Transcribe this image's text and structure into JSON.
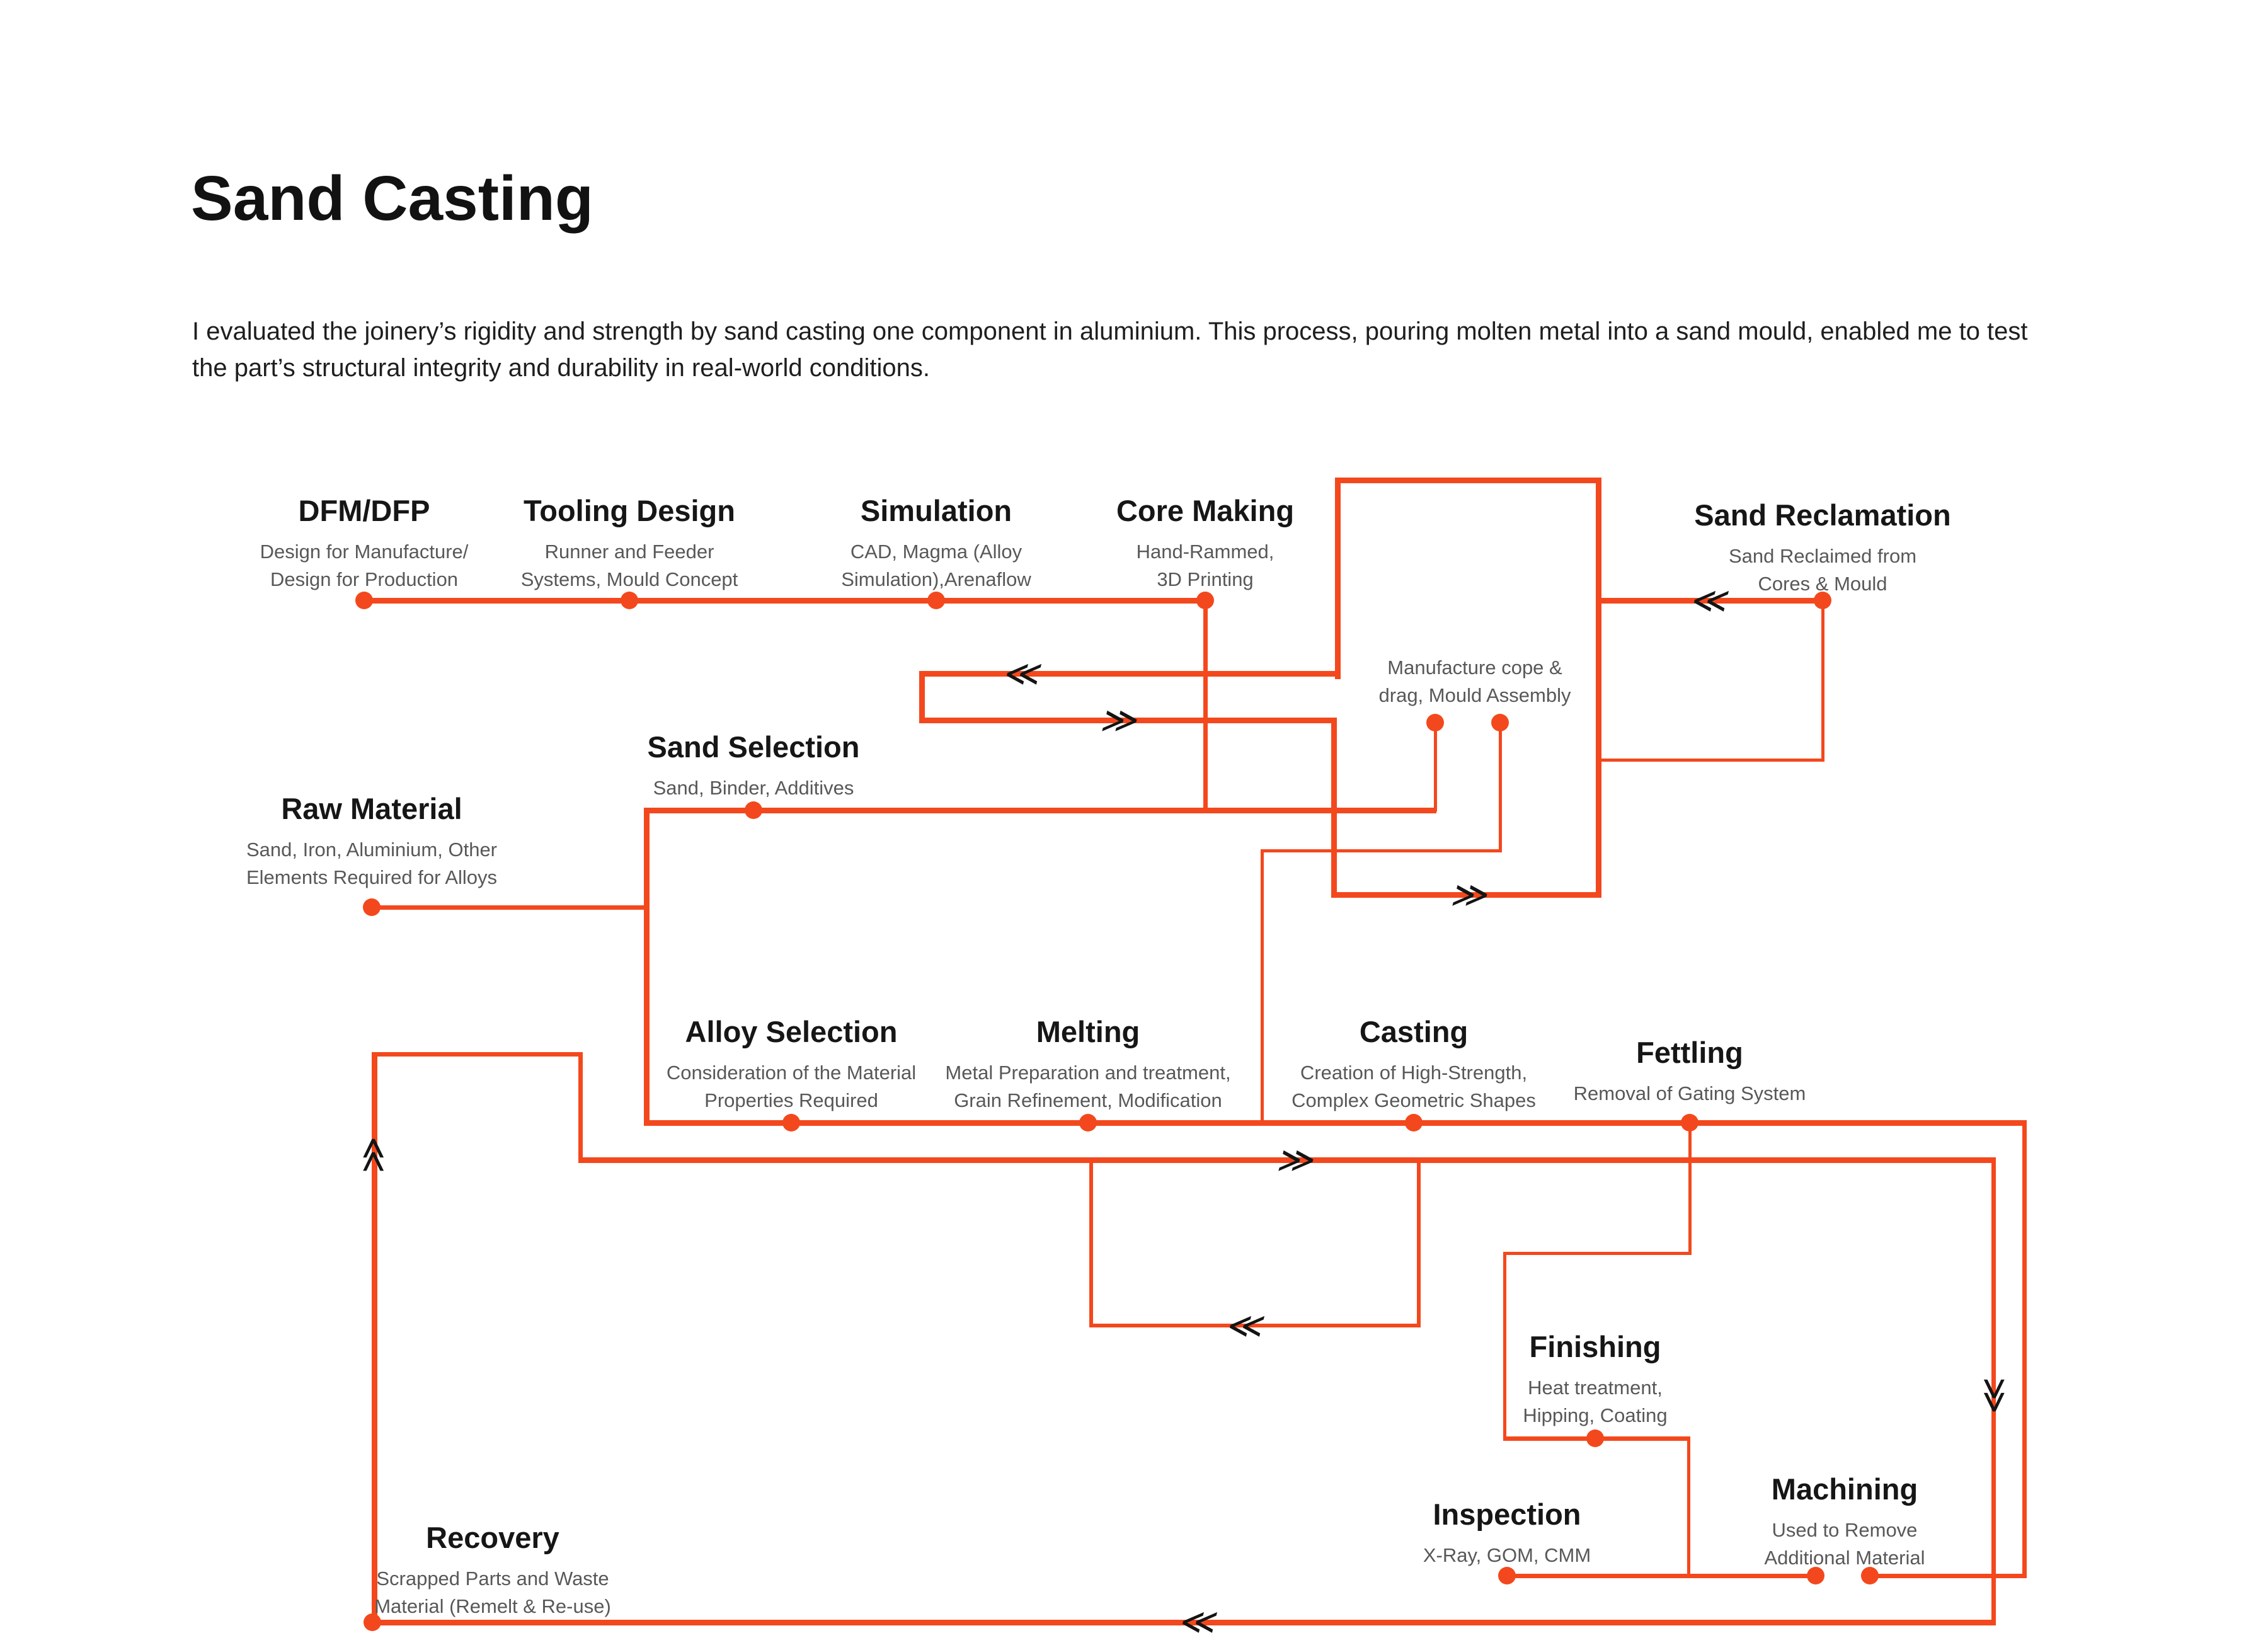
{
  "page": {
    "title": "Sand Casting",
    "description_line1": "I evaluated the joinery’s rigidity and strength by sand casting one component in aluminium. This process, pouring molten metal into a sand mould, enabled me to test",
    "description_line2": "the part’s structural integrity and durability in real-world conditions."
  },
  "colors": {
    "accent_orange": "#F3481D",
    "title_text": "#121212",
    "node_title_text": "#161616",
    "node_subtitle_text": "#585858",
    "chevron_black": "#141414"
  },
  "icons": {
    "chevron_double_left": "≪",
    "chevron_double_right": "≫"
  },
  "nodes": {
    "dfm": {
      "title": "DFM/DFP",
      "sub1": "Design for Manufacture/",
      "sub2": "Design for Production"
    },
    "tooling": {
      "title": "Tooling Design",
      "sub1": "Runner and Feeder",
      "sub2": "Systems, Mould Concept"
    },
    "simulation": {
      "title": "Simulation",
      "sub1": "CAD, Magma (Alloy",
      "sub2": "Simulation),Arenaflow"
    },
    "core_making": {
      "title": "Core Making",
      "sub1": "Hand-Rammed,",
      "sub2": "3D Printing"
    },
    "sand_reclamation": {
      "title": "Sand Reclamation",
      "sub1": "Sand Reclaimed from",
      "sub2": "Cores & Mould"
    },
    "mould_assembly": {
      "sub1": "Manufacture cope &",
      "sub2": "drag, Mould Assembly"
    },
    "sand_selection": {
      "title": "Sand Selection",
      "sub1": "Sand, Binder, Additives"
    },
    "raw_material": {
      "title": "Raw Material",
      "sub1": "Sand, Iron, Aluminium, Other",
      "sub2": "Elements Required for Alloys"
    },
    "alloy_selection": {
      "title": "Alloy Selection",
      "sub1": "Consideration of the Material",
      "sub2": "Properties Required"
    },
    "melting": {
      "title": "Melting",
      "sub1": "Metal Preparation and treatment,",
      "sub2": "Grain Refinement, Modification"
    },
    "casting": {
      "title": "Casting",
      "sub1": "Creation of High-Strength,",
      "sub2": "Complex Geometric Shapes"
    },
    "fettling": {
      "title": "Fettling",
      "sub1": "Removal of Gating System"
    },
    "finishing": {
      "title": "Finishing",
      "sub1": "Heat treatment,",
      "sub2": "Hipping, Coating"
    },
    "inspection": {
      "title": "Inspection",
      "sub1": "X-Ray, GOM, CMM"
    },
    "machining": {
      "title": "Machining",
      "sub1": "Used to Remove",
      "sub2": "Additional Material"
    },
    "recovery": {
      "title": "Recovery",
      "sub1": "Scrapped Parts and Waste",
      "sub2": "Material (Remelt & Re-use)"
    }
  }
}
